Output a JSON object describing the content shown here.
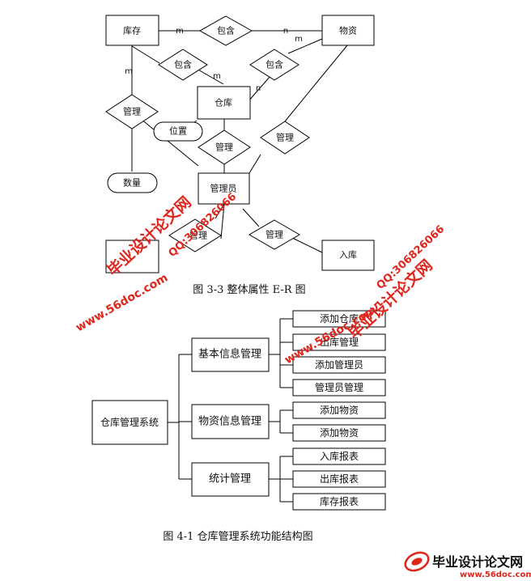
{
  "er": {
    "entities": {
      "inventory": "库存",
      "materials": "物资",
      "warehouse": "仓库",
      "manager": "管理员",
      "inbound": "入库",
      "hidden": ""
    },
    "relations": {
      "contain_top": "包含",
      "contain_left": "包含",
      "contain_right": "包含",
      "manage_left": "管理",
      "manage_center": "管理",
      "manage_right": "管理",
      "manage_lower_left": "管理",
      "manage_lower_right": "管理"
    },
    "attributes": {
      "location": "位置",
      "quantity": "数量"
    },
    "cardinality": {
      "m1": "m",
      "n1": "n",
      "m2": "m",
      "m3": "m",
      "n2": "n",
      "m4": "m"
    },
    "caption": "图 3-3  整体属性 E-R 图"
  },
  "tree": {
    "root": "仓库管理系统",
    "branches": [
      {
        "label": "基本信息管理",
        "children": [
          "添加仓库",
          "出库管理",
          "添加管理员",
          "管理员管理"
        ]
      },
      {
        "label": "物资信息管理",
        "children": [
          "添加物资",
          "添加物资"
        ]
      },
      {
        "label": "统计管理",
        "children": [
          "入库报表",
          "出库报表",
          "库存报表"
        ]
      }
    ],
    "caption": "图 4-1  仓库管理系统功能结构图"
  },
  "watermarks": {
    "site_name": "毕业设计论文网",
    "url": "www.56doc.com",
    "qq": "QQ:306826066"
  },
  "logo": {
    "title": "毕业设计论文网",
    "url": "www.56doc.com"
  }
}
